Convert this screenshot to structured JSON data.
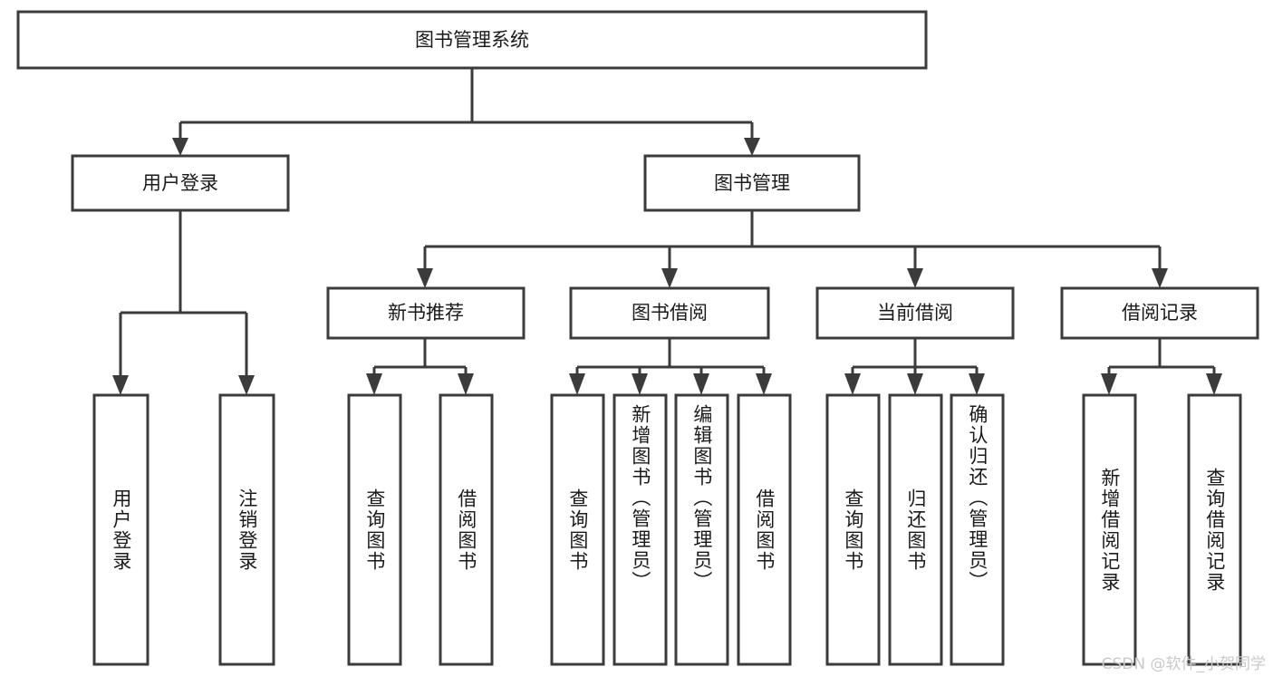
{
  "diagram": {
    "title_node": {
      "label": "图书管理系统"
    },
    "colors": {
      "stroke": "#3b3b3b",
      "box_fill": "#ffffff",
      "text": "#1a1a1a",
      "background": "#ffffff",
      "watermark": "#c9c9c9"
    },
    "level2": [
      {
        "label": "用户登录"
      },
      {
        "label": "图书管理"
      }
    ],
    "level3": [
      {
        "label": "新书推荐"
      },
      {
        "label": "图书借阅"
      },
      {
        "label": "当前借阅"
      },
      {
        "label": "借阅记录"
      }
    ],
    "leaves": [
      {
        "label": "用户登录"
      },
      {
        "label": "注销登录"
      },
      {
        "label": "查询图书"
      },
      {
        "label": "借阅图书"
      },
      {
        "label": "查询图书"
      },
      {
        "label": "新增图书（管理员）"
      },
      {
        "label": "编辑图书（管理员）"
      },
      {
        "label": "借阅图书"
      },
      {
        "label": "查询图书"
      },
      {
        "label": "归还图书"
      },
      {
        "label": "确认归还（管理员）"
      },
      {
        "label": "新增借阅记录"
      },
      {
        "label": "查询借阅记录"
      }
    ],
    "watermark": "CSDN @软件_小贺同学"
  }
}
